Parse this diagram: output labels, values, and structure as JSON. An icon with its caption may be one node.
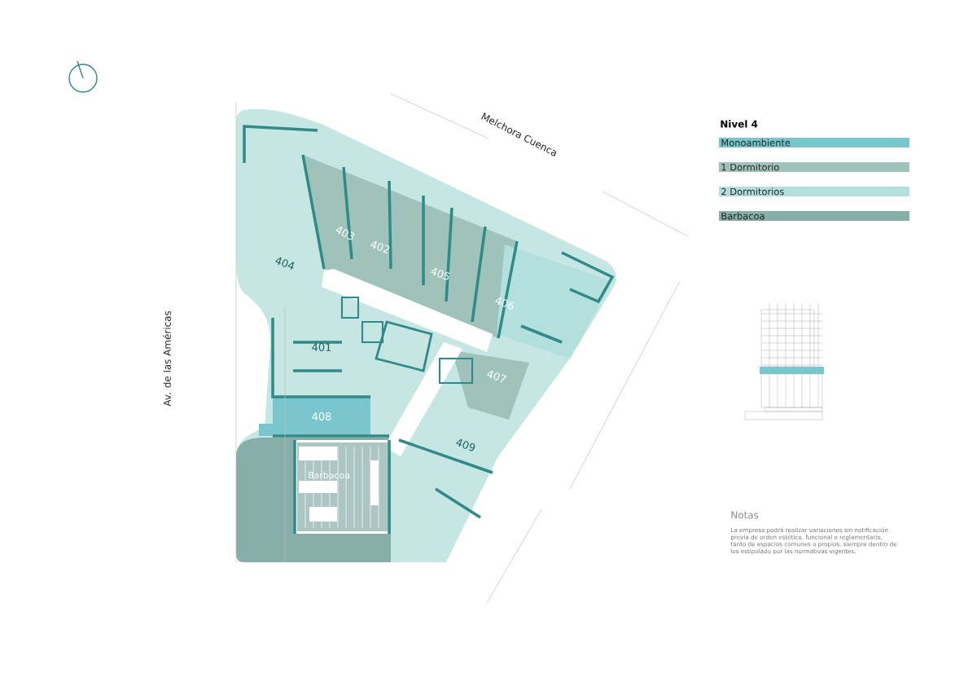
{
  "diagram": {
    "title": "Nivel 4",
    "labels": [
      "Melchora Cuenca",
      "403",
      "402",
      "404",
      "405",
      "406",
      "Av. de las Américas",
      "401",
      "407",
      "408",
      "409",
      "Barbacoa",
      "Notas",
      "La empresa podrá realizar variaciones sin notificación previa de orden estético, funcional o reglamentario, tanto de espacios comunes o propios, siempre dentro de los estipulado por las normativas vigentes."
    ],
    "legend": [
      {
        "text": "Monoambiente",
        "color": "#79c6cc"
      },
      {
        "text": "1 Dormitorio",
        "color": "#9fc3bb"
      },
      {
        "text": "2 Dormitorios",
        "color": "#b3e0dc"
      },
      {
        "text": "Barbacoa",
        "color": "#88aeaa"
      }
    ]
  }
}
